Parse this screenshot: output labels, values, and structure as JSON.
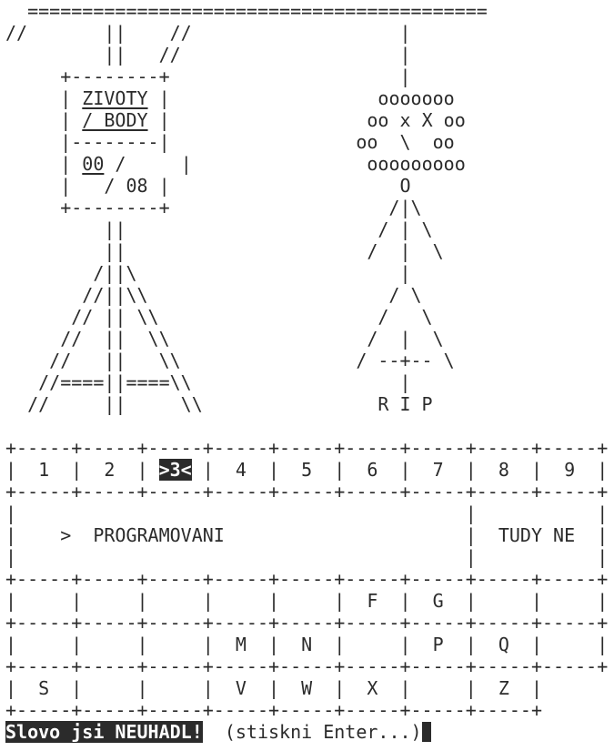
{
  "screen": {
    "lines": [
      "  ==========================================",
      "//       ||    //                   |",
      "         ||   //                    |",
      "     +--------+                     |",
      "     | ",
      "     | ",
      "     |--------|                 oo  \\  oo",
      "     | ",
      "     |   / 08 |                     O",
      "     +--------+                    /|\\",
      "         ||                       / | \\",
      "         ||                      /  |  \\",
      "        /||\\                        |",
      "       //||\\\\                      / \\",
      "      // || \\\\                    /   \\",
      "     //  ||  \\\\                  /  |  \\",
      "    //   ||   \\\\                / --+-- \\",
      "   //====||====\\\\                   |",
      "  //     ||     \\\\                R I P",
      "",
      "+-----+-----+-----+-----+-----+-----+-----+-----+-----+",
      "|  1  |  2  | ",
      "+-----+-----+-----+-----+-----+-----+-----+-----+-----+",
      "|                                         |           |",
      "|    >  PROGRAMOVANI                      |  TUDY NE  |",
      "|                                         |           |",
      "+-----+-----+-----+-----+-----+-----+-----+-----+-----+",
      "|     |     |     |     |     |  F  |  G  |     |     |",
      "+-----+-----+-----+-----+-----+-----+-----+-----+-----+",
      "|     |     |     |  M  |  N  |     |  P  |  Q  |     |",
      "+-----+-----+-----+-----+-----+-----+-----+-----+-----+",
      "|  S  |     |     |  V  |  W  |  X  |     |  Z  |",
      "+-----+-----+-----+-----+-----+-----+-----+-----+"
    ],
    "box_label_lives": "ZIVOTY",
    "box_label_points": "/ BODY",
    "box_lives_value": "00",
    "box_lives_sep": " /",
    "line4_tail": " |                   ooooooo",
    "line5_tail": " |                  oo x X oo",
    "line7_tail": "     |                ooooooooo",
    "selected_column": ">3<",
    "row_tail": " |  4  |  5  |  6  |  7  |  8  |  9  |",
    "status_message": "Slovo jsi NEUHADL!",
    "prompt": "  (stiskni Enter...)"
  },
  "colors": {
    "text": "#2b2b2b",
    "background": "#ffffff",
    "inverse_text": "#ffffff"
  }
}
